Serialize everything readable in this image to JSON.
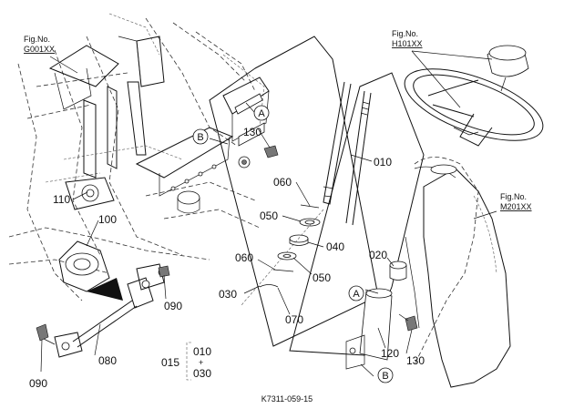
{
  "fig_refs": [
    {
      "prefix": "Fig.No.",
      "code": "G001XX"
    },
    {
      "prefix": "Fig.No.",
      "code": "H101XX"
    },
    {
      "prefix": "Fig.No.",
      "code": "M201XX"
    }
  ],
  "parts": {
    "p010": "010",
    "p020": "020",
    "p030": "030",
    "p040": "040",
    "p050a": "050",
    "p050b": "050",
    "p060a": "060",
    "p060b": "060",
    "p070": "070",
    "p080": "080",
    "p090a": "090",
    "p090b": "090",
    "p100": "100",
    "p110": "110",
    "p120": "120",
    "p130a": "130",
    "p130b": "130"
  },
  "assembly": {
    "label": "015",
    "items": [
      "010",
      "030"
    ],
    "plus": "+"
  },
  "refs": {
    "a1": "A",
    "b1": "B",
    "a2": "A",
    "b2": "B"
  },
  "code": "K7311-059-15"
}
